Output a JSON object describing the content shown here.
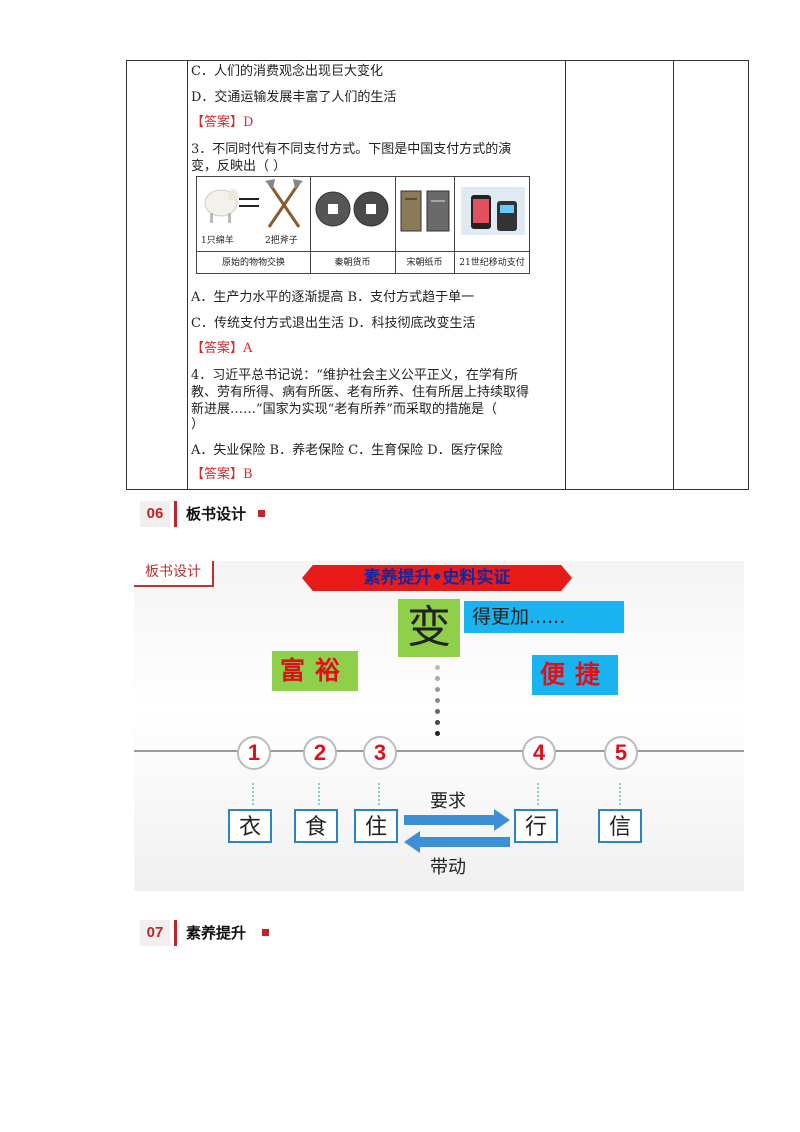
{
  "table": {
    "lines": [
      "C．人们的消费观念出现巨大变化",
      "D．交通运输发展丰富了人们的生活",
      "【答案】D",
      "3．不同时代有不同支付方式。下图是中国支付方式的演",
      "变，反映出（        ）",
      "A．生产力水平的逐渐提高 B．支付方式趋于单一",
      "C．传统支付方式退出生活 D．科技彻底改变生活",
      "【答案】A",
      "4．习近平总书记说：“维护社会主义公平正义，在学有所",
      "教、劳有所得、病有所医、老有所养、住有所居上持续取得",
      "新进展……”国家为实现“老有所养”而采取的措施是（",
      "    ）",
      "A．失业保险 B．养老保险 C．生育保险 D．医疗保险",
      "【答案】B"
    ],
    "figure": {
      "sheep_label": "1只绵羊",
      "axe_label": "2把斧子",
      "captions": [
        "原始的物物交换",
        "秦朝货币",
        "宋朝纸币",
        "21世纪移动支付"
      ]
    }
  },
  "section06": {
    "num": "06",
    "title": "板书设计"
  },
  "section07": {
    "num": "07",
    "title": "素养提升"
  },
  "board": {
    "tag": "板书设计",
    "banner": "素养提升•史料实证",
    "center": "变",
    "more": "得更加......",
    "left_word": "富裕",
    "right_word": "便捷",
    "numbers": [
      "1",
      "2",
      "3",
      "4",
      "5"
    ],
    "words": [
      "衣",
      "食",
      "住",
      "行",
      "信"
    ],
    "top_arrow": "要求",
    "bottom_arrow": "带动"
  },
  "colors": {
    "accent_red": "#c0242b",
    "answer_red": "#d62b2b",
    "blue": "#19b3f0",
    "green": "#8fcf4a"
  }
}
